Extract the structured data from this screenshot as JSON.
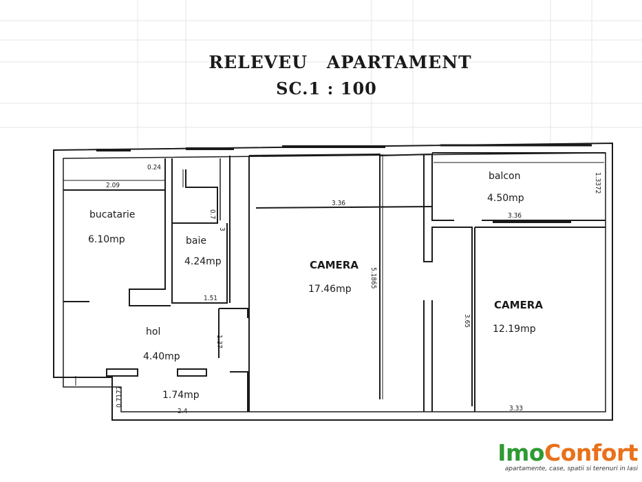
{
  "document": {
    "title": "RELEVEU APARTAMENT",
    "scale": "SC.1 : 100"
  },
  "rooms": {
    "bucatarie": {
      "name": "bucatarie",
      "area": "6.10mp"
    },
    "baie": {
      "name": "baie",
      "area": "4.24mp"
    },
    "hol": {
      "name": "hol",
      "area": "4.40mp"
    },
    "vestibul": {
      "area": "1.74mp"
    },
    "camera_mare": {
      "name": "CAMERA",
      "area": "17.46mp"
    },
    "camera_mica": {
      "name": "CAMERA",
      "area": "12.19mp"
    },
    "balcon": {
      "name": "balcon",
      "area": "4.50mp"
    }
  },
  "dimensions": {
    "d_024": "0.24",
    "d_209": "2.09",
    "d_07": "0.7",
    "d_3": "3",
    "d_151": "1.51",
    "d_137": "1.37",
    "d_07177": "0.7177",
    "d_24": "2.4",
    "d_336_left": "3.36",
    "d_51865": "5.1865",
    "d_336_right": "3.36",
    "d_13372": "1.3372",
    "d_365": "3.65",
    "d_333": "3.33"
  },
  "branding": {
    "brand_a": "Imo",
    "brand_b": "Confort",
    "tagline": "apartamente, case, spatii si terenuri in Iasi",
    "color_a": "#2d9b32",
    "color_b": "#e8711a"
  }
}
